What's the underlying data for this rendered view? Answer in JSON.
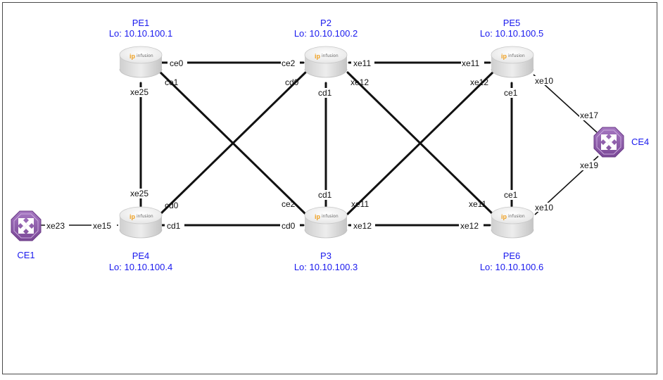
{
  "colors": {
    "label": "#1a1aee",
    "link": "#111111",
    "router": "#e6e6e6",
    "ce_device": "#8e5aa9",
    "brand": "#f0a020"
  },
  "routers": {
    "PE1": {
      "name": "PE1",
      "loopback": "Lo: 10.10.100.1",
      "brand": "infusion"
    },
    "P2": {
      "name": "P2",
      "loopback": "Lo: 10.10.100.2",
      "brand": "infusion"
    },
    "PE5": {
      "name": "PE5",
      "loopback": "Lo: 10.10.100.5",
      "brand": "infusion"
    },
    "PE4": {
      "name": "PE4",
      "loopback": "Lo: 10.10.100.4",
      "brand": "infusion"
    },
    "P3": {
      "name": "P3",
      "loopback": "Lo: 10.10.100.3",
      "brand": "infusion"
    },
    "PE6": {
      "name": "PE6",
      "loopback": "Lo: 10.10.100.6",
      "brand": "infusion"
    }
  },
  "ce_devices": {
    "CE1": {
      "name": "CE1"
    },
    "CE4": {
      "name": "CE4"
    }
  },
  "links": [
    {
      "a": "PE1",
      "a_port": "ce0",
      "b": "P2",
      "b_port": "ce2"
    },
    {
      "a": "P2",
      "a_port": "xe11",
      "b": "PE5",
      "b_port": "xe11"
    },
    {
      "a": "PE1",
      "a_port": "xe25",
      "b": "PE4",
      "b_port": "xe25"
    },
    {
      "a": "PE1",
      "a_port": "ce1",
      "b": "P3",
      "b_port": "ce2"
    },
    {
      "a": "P2",
      "a_port": "cd0",
      "b": "PE4",
      "b_port": "cd0"
    },
    {
      "a": "P2",
      "a_port": "cd1",
      "b": "P3",
      "b_port": "cd1"
    },
    {
      "a": "P2",
      "a_port": "xe12",
      "b": "PE6",
      "b_port": "xe11"
    },
    {
      "a": "PE5",
      "a_port": "xe12",
      "b": "P3",
      "b_port": "xe11"
    },
    {
      "a": "PE5",
      "a_port": "ce1",
      "b": "PE6",
      "b_port": "ce1"
    },
    {
      "a": "PE4",
      "a_port": "cd1",
      "b": "P3",
      "b_port": "cd0"
    },
    {
      "a": "P3",
      "a_port": "xe12",
      "b": "PE6",
      "b_port": "xe12"
    },
    {
      "a": "CE1",
      "a_port": "xe23",
      "b": "PE4",
      "b_port": "xe15"
    },
    {
      "a": "PE5",
      "a_port": "xe10",
      "b": "CE4",
      "b_port": "xe17"
    },
    {
      "a": "PE6",
      "a_port": "xe10",
      "b": "CE4",
      "b_port": "xe19"
    }
  ]
}
